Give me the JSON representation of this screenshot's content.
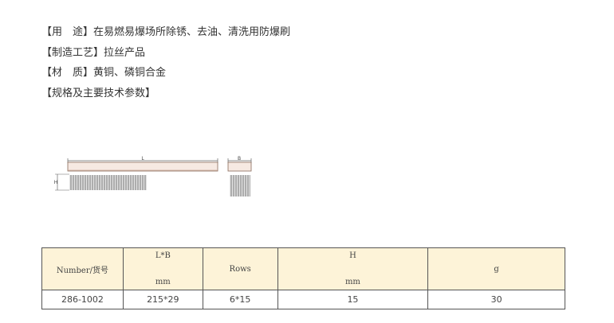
{
  "specs": [
    "【用　途】在易燃易爆场所除锈、去油、清洗用防爆刷",
    "【制造工艺】拉丝产品",
    "【材　质】黄铜、磷铜合金",
    "【规格及主要技术参数】"
  ],
  "drawing": {
    "length_label": "L",
    "height_label": "H",
    "width_label": "B"
  },
  "table": {
    "col1": "Number/货号",
    "col2_top": "L*B",
    "col2_unit": "mm",
    "col3": "Rows",
    "col4_top": "H",
    "col4_unit": "mm",
    "col5": "g",
    "rows": [
      {
        "number": "286-1002",
        "lb": "215*29",
        "rows": "6*15",
        "h": "15",
        "g": "30"
      }
    ]
  }
}
